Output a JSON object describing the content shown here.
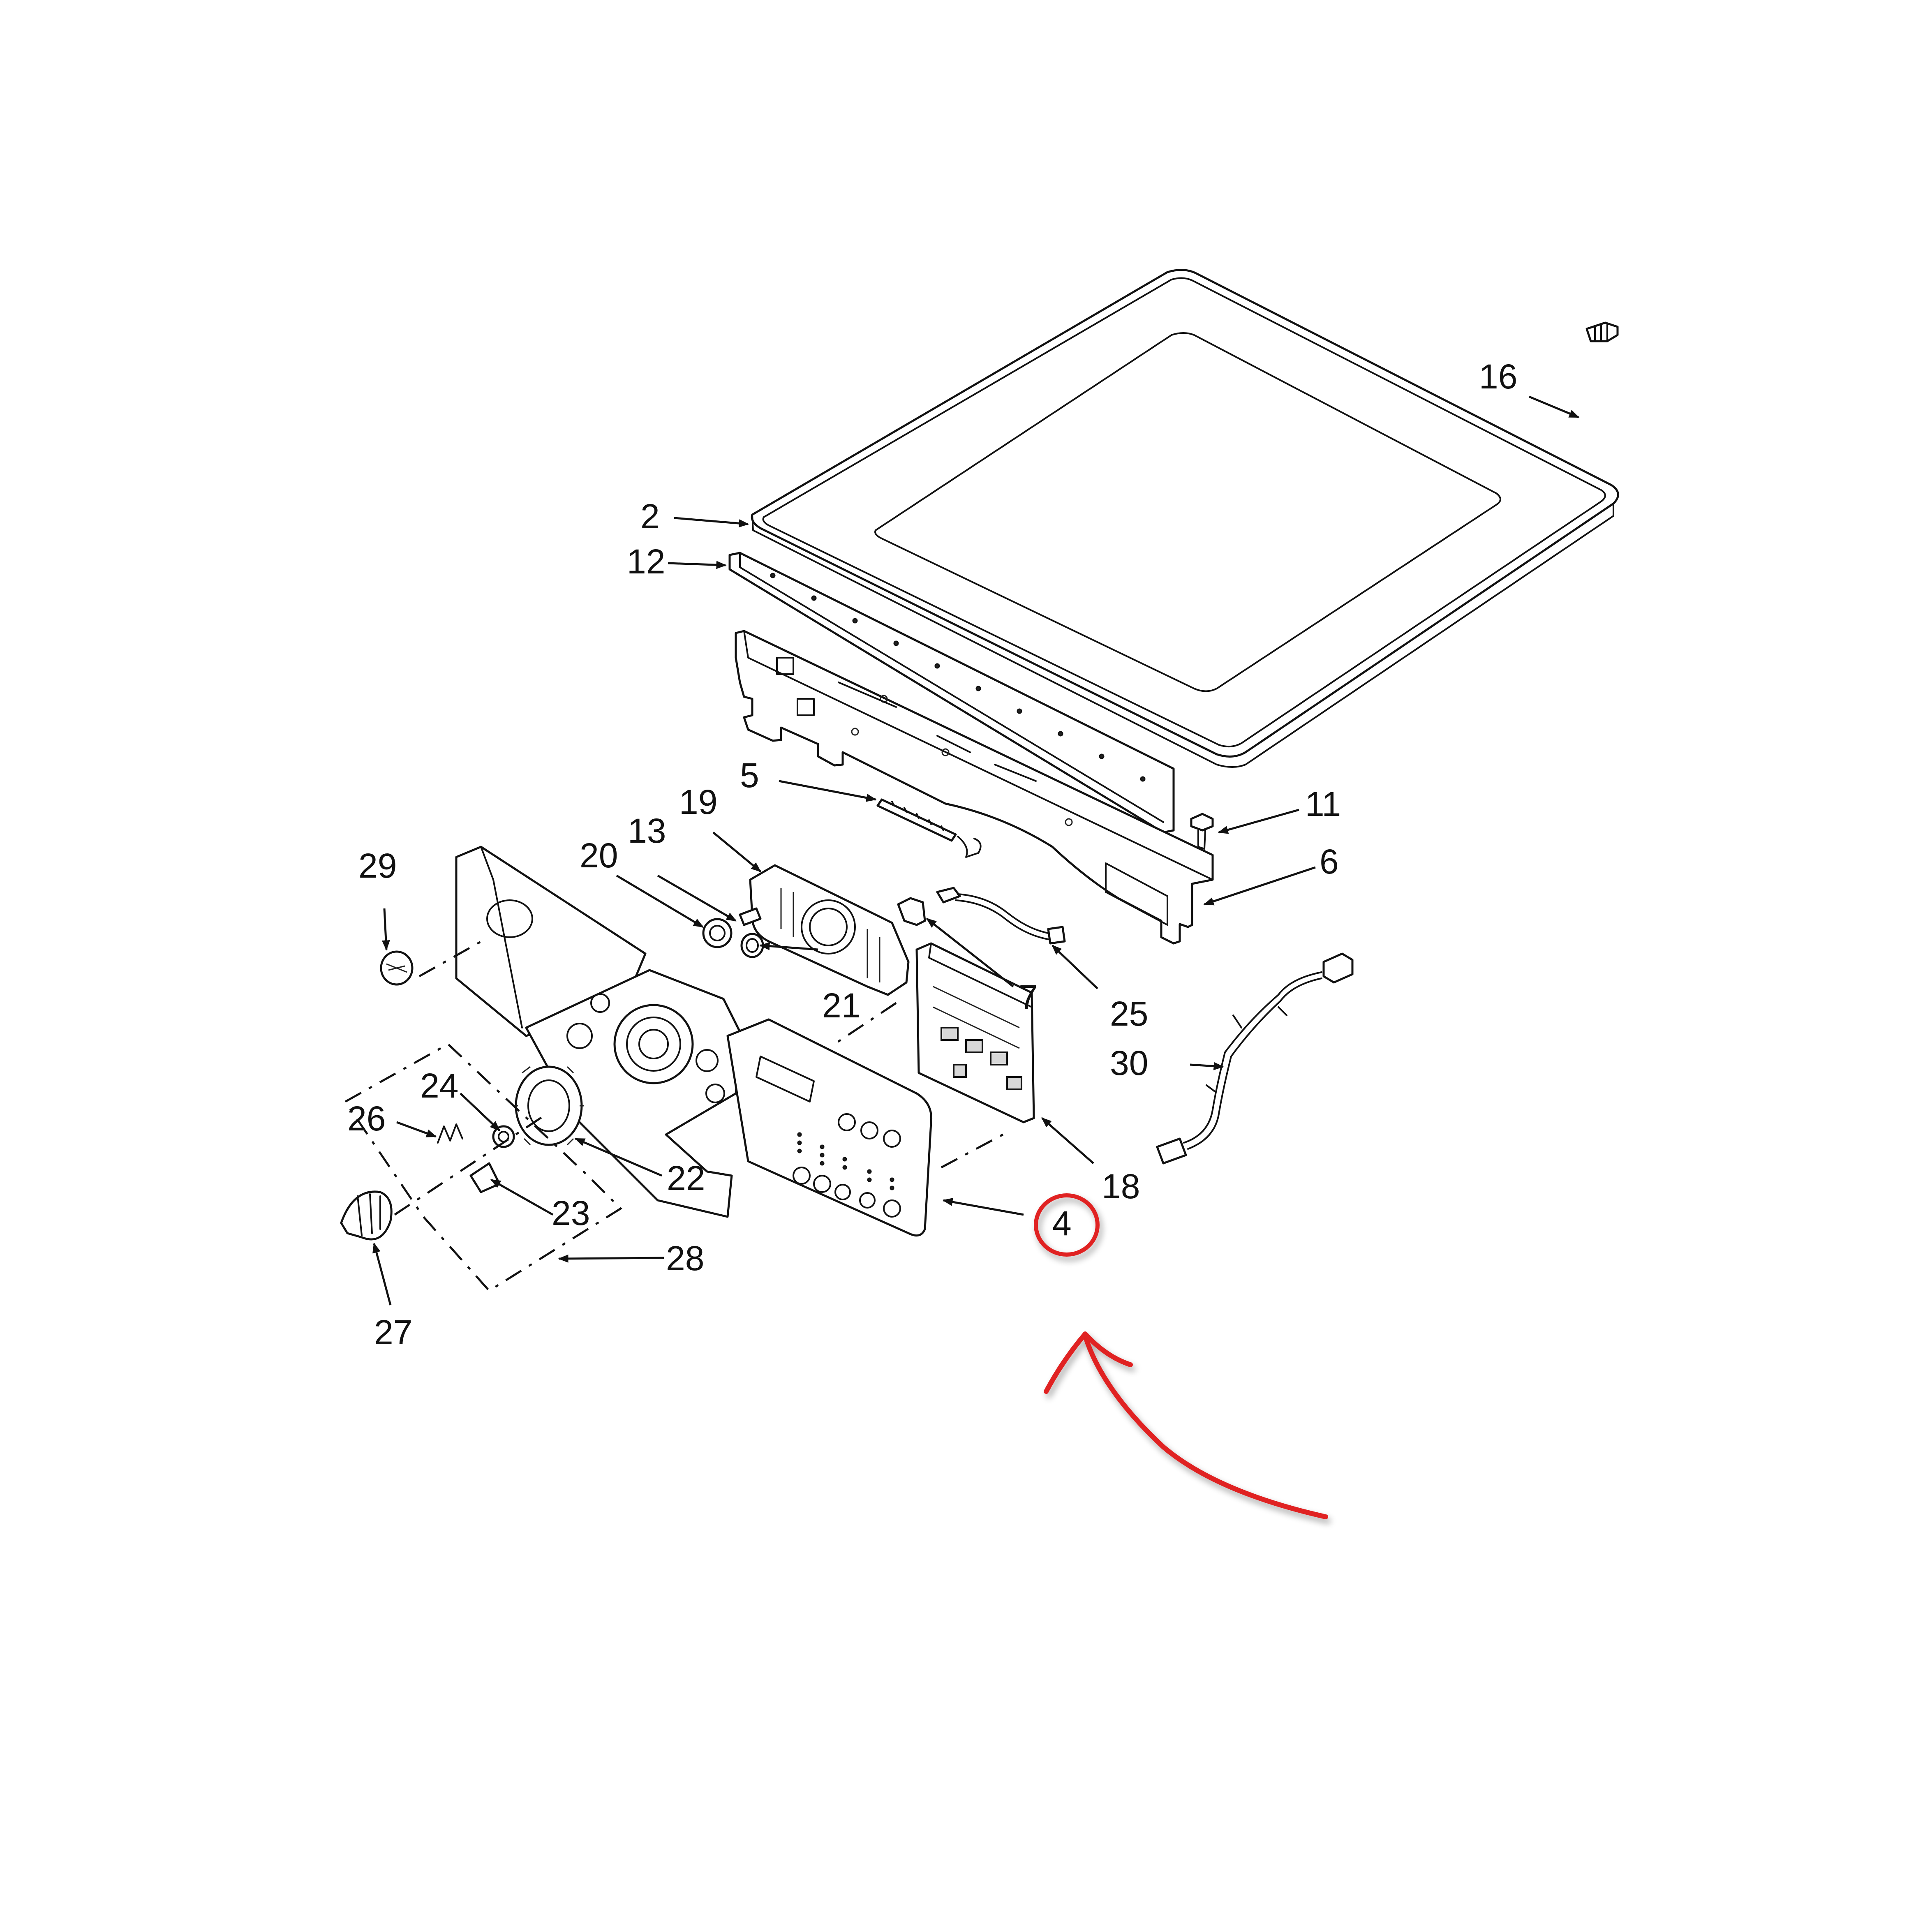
{
  "colors": {
    "line": "#111111",
    "highlight": "#e02020",
    "background": "#ffffff"
  },
  "callouts": {
    "c2": "2",
    "c4": "4",
    "c5": "5",
    "c6": "6",
    "c7": "7",
    "c11": "11",
    "c12": "12",
    "c13": "13",
    "c16": "16",
    "c18": "18",
    "c19": "19",
    "c20": "20",
    "c21": "21",
    "c22": "22",
    "c23": "23",
    "c24": "24",
    "c25": "25",
    "c26": "26",
    "c27": "27",
    "c28": "28",
    "c29": "29",
    "c30": "30"
  },
  "highlight": {
    "part": "4",
    "marker": "red-circle",
    "pointer": "red-curved-arrow"
  }
}
